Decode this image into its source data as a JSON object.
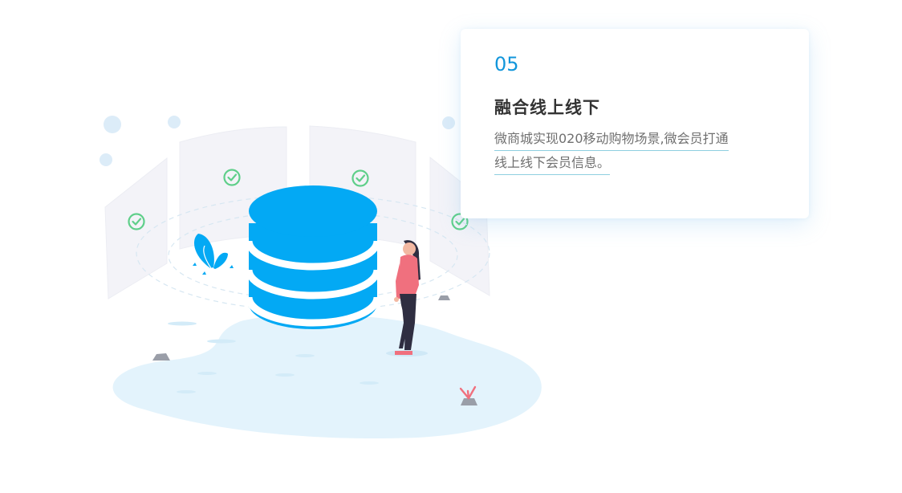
{
  "card": {
    "number": "05",
    "title": "融合线上线下",
    "description_lines": [
      "微商城实现020移动购物场景,微会员打通",
      "线上线下会员信息。"
    ]
  },
  "colors": {
    "accent": "#1296db",
    "database": "#03a9f4",
    "ground": "#e3f3fc",
    "check": "#5fcf8a",
    "person_top": "#f0707e",
    "person_pants": "#2f2e41"
  },
  "illustration": {
    "icons": [
      "database-icon",
      "check-circle-icon",
      "person-figure",
      "plant-icon",
      "rock-icon",
      "flower-icon"
    ]
  }
}
